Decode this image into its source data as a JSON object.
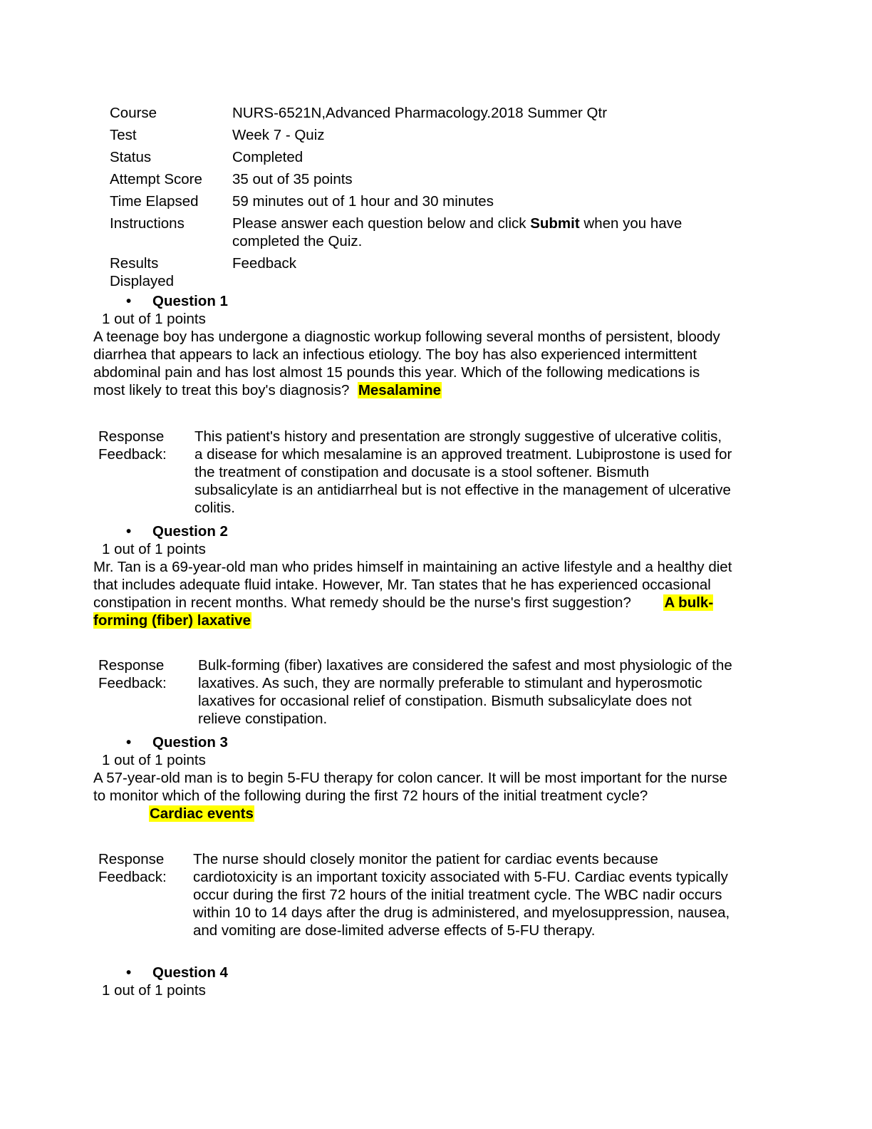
{
  "header": {
    "rows": [
      {
        "label": "Course",
        "value": "NURS-6521N,Advanced Pharmacology.2018 Summer Qtr"
      },
      {
        "label": "Test",
        "value": "Week 7 - Quiz"
      },
      {
        "label": "Status",
        "value": "Completed"
      },
      {
        "label": "Attempt Score",
        "value": "35 out of 35 points"
      },
      {
        "label": "Time Elapsed",
        "value": "59 minutes out of 1 hour and 30 minutes"
      }
    ],
    "instructions": {
      "label": "Instructions",
      "before": "Please answer each question below and click ",
      "bold": "Submit",
      "after": " when you have completed the Quiz."
    },
    "results": {
      "label": "Results Displayed",
      "value": "Feedback"
    }
  },
  "bullet_glyph": "•",
  "questions": [
    {
      "title": "Question 1",
      "points": "1 out of 1 points",
      "text": "A teenage boy has undergone a diagnostic workup following several months of persistent, bloody diarrhea that appears to lack an infectious etiology. The boy has also experienced intermittent abdominal pain and has lost almost 15 pounds this year. Which of the following medications is most likely to treat this boy's diagnosis?",
      "answer": "Mesalamine",
      "feedback_label": "Response Feedback:",
      "feedback": "This patient's history and presentation are strongly suggestive of ulcerative colitis, a disease for which mesalamine is an approved treatment. Lubiprostone is used for the treatment of constipation and docusate is a stool softener. Bismuth subsalicylate is an antidiarrheal but is not effective in the management of ulcerative colitis."
    },
    {
      "title": "Question 2",
      "points": "1 out of 1 points",
      "text": "Mr. Tan is a 69-year-old man who prides himself in maintaining an active lifestyle and a healthy diet that includes adequate fluid intake. However, Mr. Tan states that he has experienced occasional constipation in recent months. What remedy should be the nurse's first suggestion?",
      "answer": "A bulk-forming (fiber) laxative",
      "feedback_label": "Response Feedback:",
      "feedback": "Bulk-forming (fiber) laxatives are considered the safest and most physiologic of the laxatives. As such, they are normally preferable to stimulant and hyperosmotic laxatives for occasional relief of constipation. Bismuth subsalicylate does not relieve constipation."
    },
    {
      "title": "Question 3",
      "points": "1 out of 1 points",
      "text": "A 57-year-old man is to begin 5-FU therapy for colon cancer. It will be most important for the nurse to monitor which of the following during the first 72 hours of the initial treatment cycle?",
      "answer": "Cardiac events",
      "feedback_label": "Response Feedback:",
      "feedback": "The nurse should closely monitor the patient for cardiac events because cardiotoxicity is an important toxicity associated with 5-FU. Cardiac events typically occur during the first 72 hours of the initial treatment cycle. The WBC nadir occurs within 10 to 14 days after the drug is administered, and myelosuppression, nausea, and vomiting are dose-limited adverse effects of 5-FU therapy."
    },
    {
      "title": "Question 4",
      "points": "1 out of 1 points"
    }
  ],
  "colors": {
    "highlight": "#ffff00",
    "text": "#000000",
    "background": "#ffffff"
  }
}
